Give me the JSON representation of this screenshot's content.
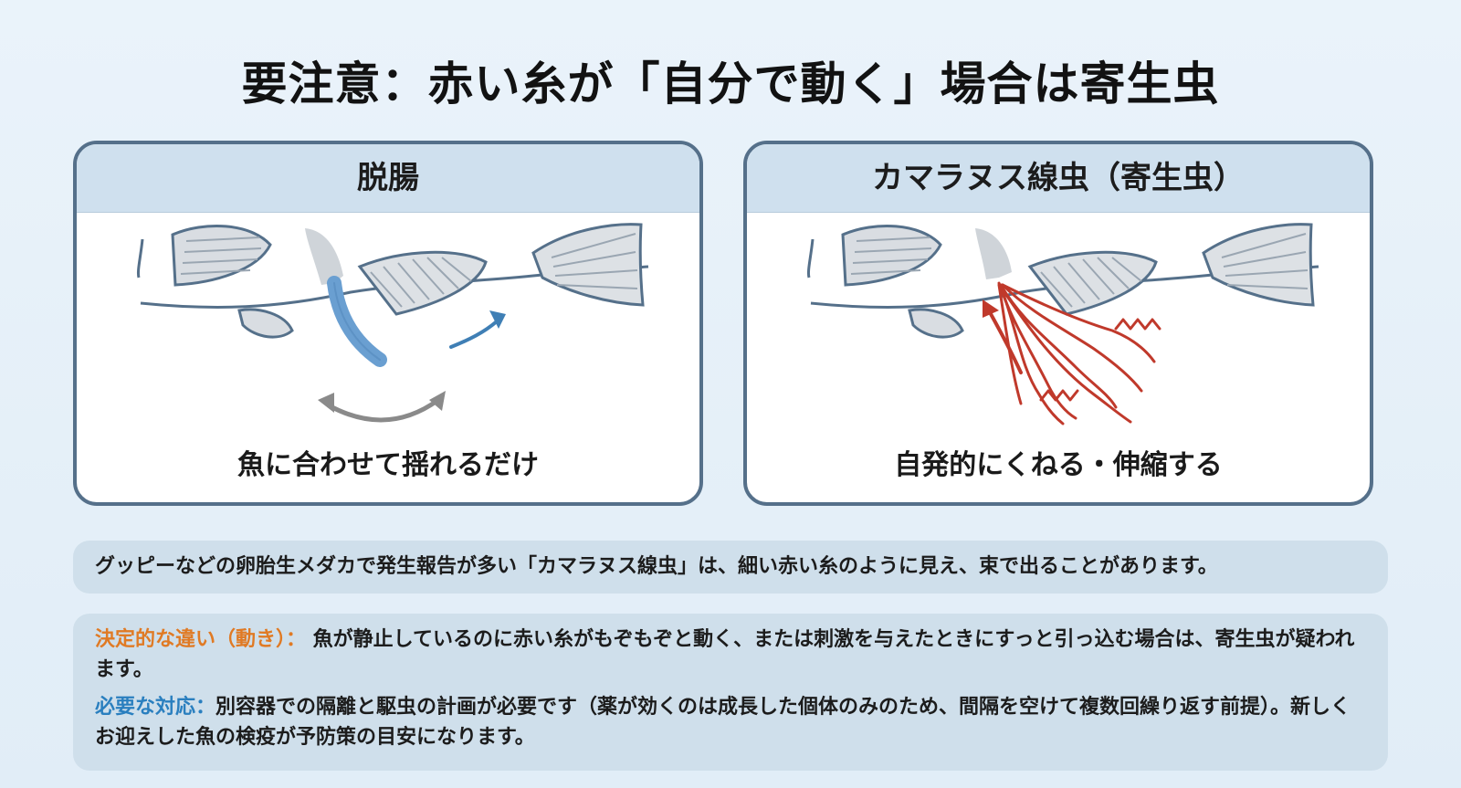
{
  "title": "要注意：赤い糸が「自分で動く」場合は寄生虫",
  "panels": [
    {
      "heading": "脱腸",
      "caption": "魚に合わせて揺れるだけ"
    },
    {
      "heading": "カマラヌス線虫（寄生虫）",
      "caption": "自発的にくねる・伸縮する"
    }
  ],
  "info": {
    "summary": "グッピーなどの卵胎生メダカで発生報告が多い「カマラヌス線虫」は、細い赤い糸のように見え、束で出ることがあります。",
    "difference_label": "決定的な違い（動き）：",
    "difference_text": " 魚が静止しているのに赤い糸がもぞもぞと動く、または刺激を与えたときにすっと引っ込む場合は、寄生虫が疑われます。",
    "action_label": "必要な対応：",
    "action_text": "別容器での隔離と駆虫の計画が必要です（薬が効くのは成長した個体のみのため、間隔を空けて複数回繰り返す前提）。新しくお迎えした魚の検疫が予防策の目安になります。"
  },
  "colors": {
    "panel_border": "#55708a",
    "panel_header": "#cfe0ee",
    "info_box": "#cfdfeb",
    "prolapse_blue": "#6a9fd1",
    "parasite_red": "#c0392b",
    "arrow_blue": "#3f7fb5",
    "arrow_gray": "#8a8a8a",
    "orange_label": "#e07a24",
    "blue_label": "#2a7fbf"
  }
}
